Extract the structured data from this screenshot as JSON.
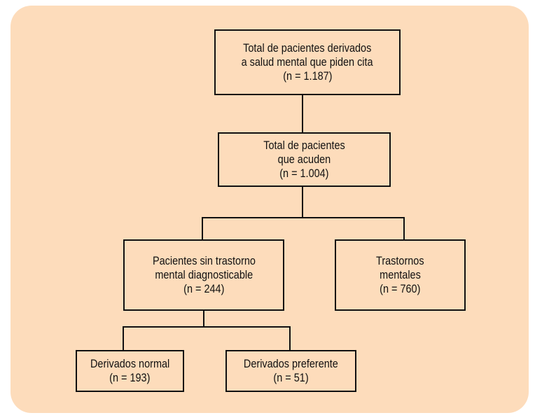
{
  "nodes": {
    "root": {
      "lines": [
        "Total de pacientes derivados",
        "a salud mental que piden cita",
        "(n = 1.187)"
      ]
    },
    "attend": {
      "lines": [
        "Total de pacientes",
        "que acuden",
        "(n = 1.004)"
      ]
    },
    "no_disorder": {
      "lines": [
        "Pacientes sin trastorno",
        "mental diagnosticable",
        "(n = 244)"
      ]
    },
    "disorders": {
      "lines": [
        "Trastornos",
        "mentales",
        "(n = 760)"
      ]
    },
    "normal": {
      "lines": [
        "Derivados normal",
        "(n = 193)"
      ]
    },
    "preferente": {
      "lines": [
        "Derivados preferente",
        "(n = 51)"
      ]
    }
  }
}
